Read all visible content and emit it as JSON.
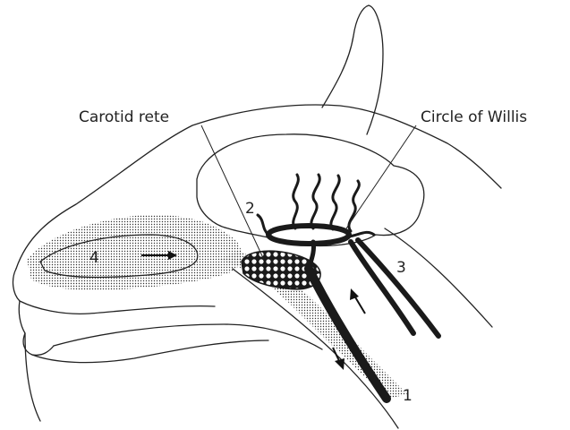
{
  "labels": {
    "carotid_rete": "Carotid rete",
    "circle_of_willis": "Circle of Willis"
  },
  "numbers": {
    "n1": "1",
    "n2": "2",
    "n3": "3",
    "n4": "4"
  }
}
